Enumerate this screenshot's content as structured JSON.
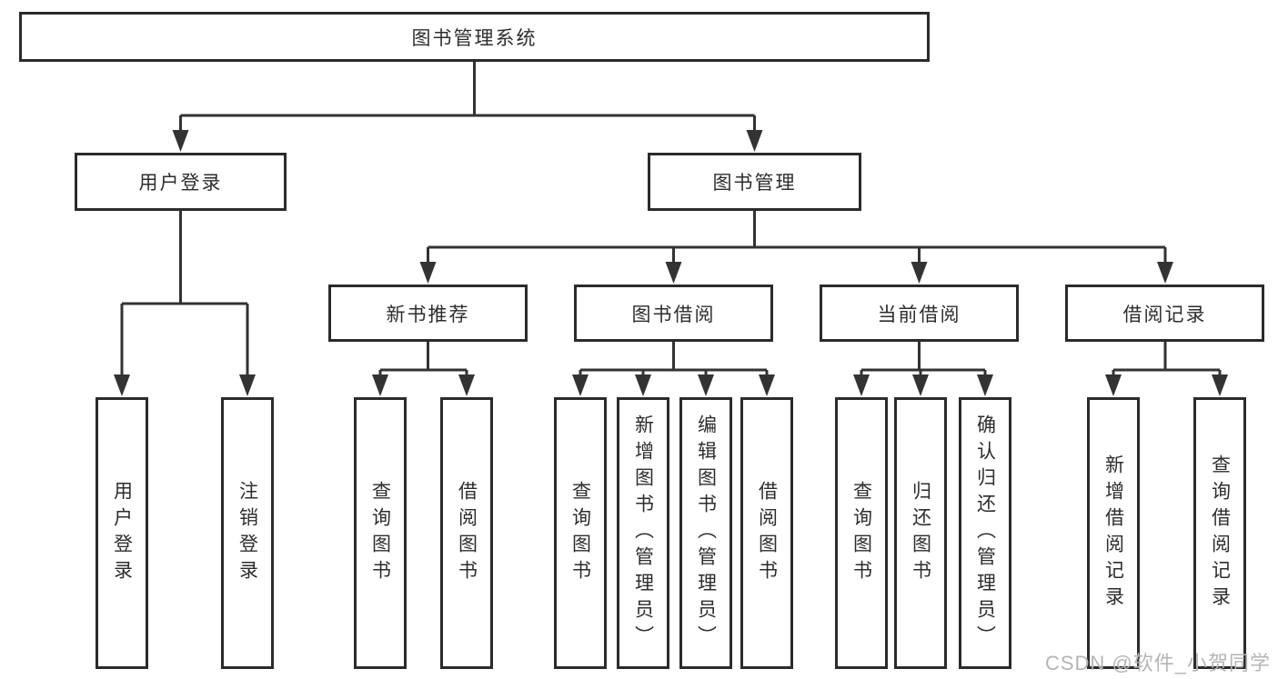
{
  "colors": {
    "background": "#ffffff",
    "line": "#333333",
    "box_border": "#2b2b2b",
    "text": "#2d2d2d",
    "watermark": "#b5b5b5"
  },
  "watermark": {
    "text": "CSDN @软件_小贺同学"
  },
  "tree": {
    "root": {
      "label": "图书管理系统"
    },
    "children": [
      {
        "label": "用户登录",
        "children": [
          {
            "label": "用户登录"
          },
          {
            "label": "注销登录"
          }
        ]
      },
      {
        "label": "图书管理",
        "children": [
          {
            "label": "新书推荐",
            "children": [
              {
                "label": "查询图书"
              },
              {
                "label": "借阅图书"
              }
            ]
          },
          {
            "label": "图书借阅",
            "children": [
              {
                "label": "查询图书"
              },
              {
                "label": "新增图书（管理员）"
              },
              {
                "label": "编辑图书（管理员）"
              },
              {
                "label": "借阅图书"
              }
            ]
          },
          {
            "label": "当前借阅",
            "children": [
              {
                "label": "查询图书"
              },
              {
                "label": "归还图书"
              },
              {
                "label": "确认归还（管理员）"
              }
            ]
          },
          {
            "label": "借阅记录",
            "children": [
              {
                "label": "新增借阅记录"
              },
              {
                "label": "查询借阅记录"
              }
            ]
          }
        ]
      }
    ]
  }
}
